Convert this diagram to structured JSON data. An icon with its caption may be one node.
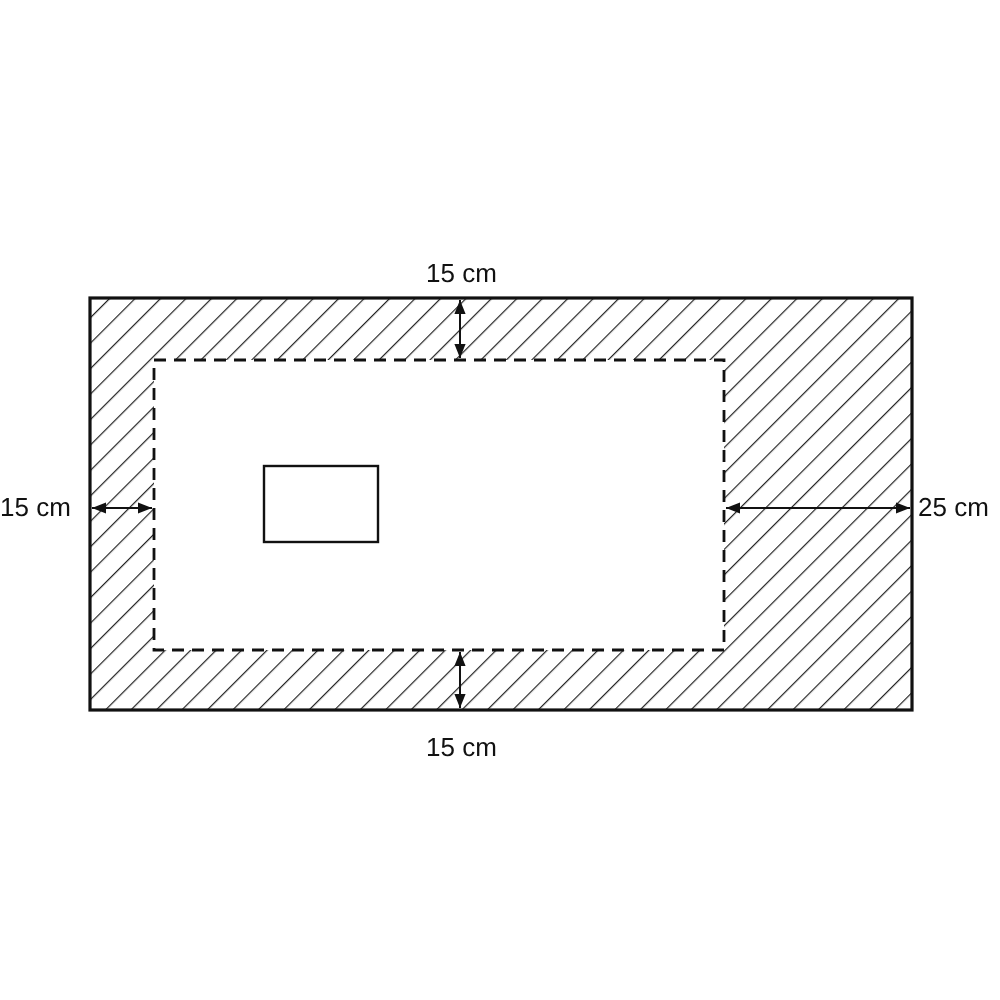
{
  "diagram": {
    "labels": [
      "15 cm",
      "15 cm",
      "25 cm",
      "15 cm"
    ]
  }
}
